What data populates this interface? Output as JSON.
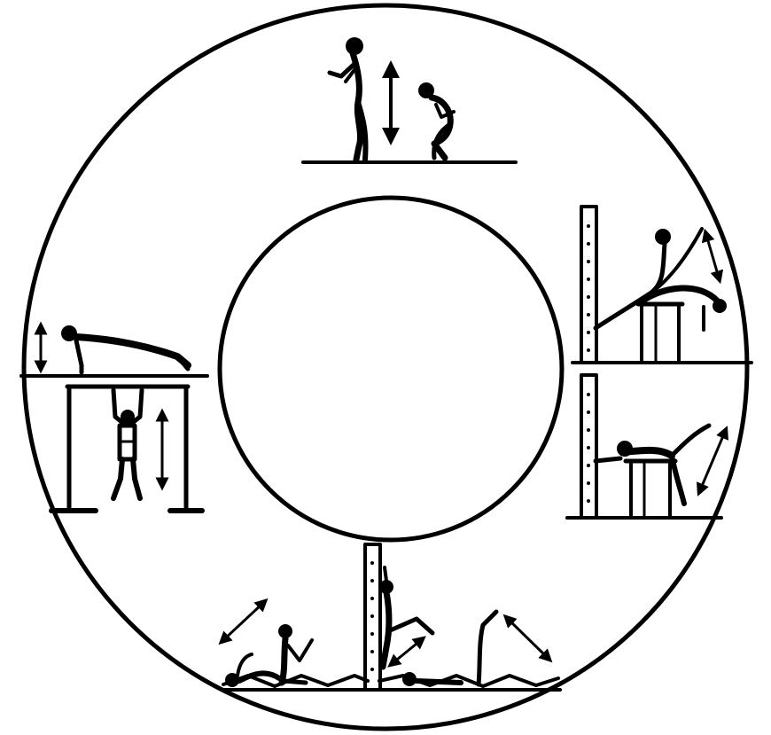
{
  "diagram": {
    "type": "circuit-training-ring",
    "stations": [
      {
        "id": "squat-jumps",
        "icon": "squat-jump-icon",
        "motion": "vertical"
      },
      {
        "id": "wall-bar-bench-leg-raise",
        "icon": "wall-bar-leg-raise-icon",
        "motion": "diagonal"
      },
      {
        "id": "wall-bar-bench-back-raise",
        "icon": "wall-bar-back-raise-icon",
        "motion": "diagonal"
      },
      {
        "id": "floor-climb-situps",
        "icon": "situp-climb-icon",
        "motion": "diagonal"
      },
      {
        "id": "bar-pull-ups",
        "icon": "pull-up-icon",
        "motion": "vertical"
      },
      {
        "id": "push-ups",
        "icon": "push-up-icon",
        "motion": "vertical"
      }
    ]
  },
  "colors": {
    "ink": "#000000",
    "paper": "#ffffff"
  }
}
